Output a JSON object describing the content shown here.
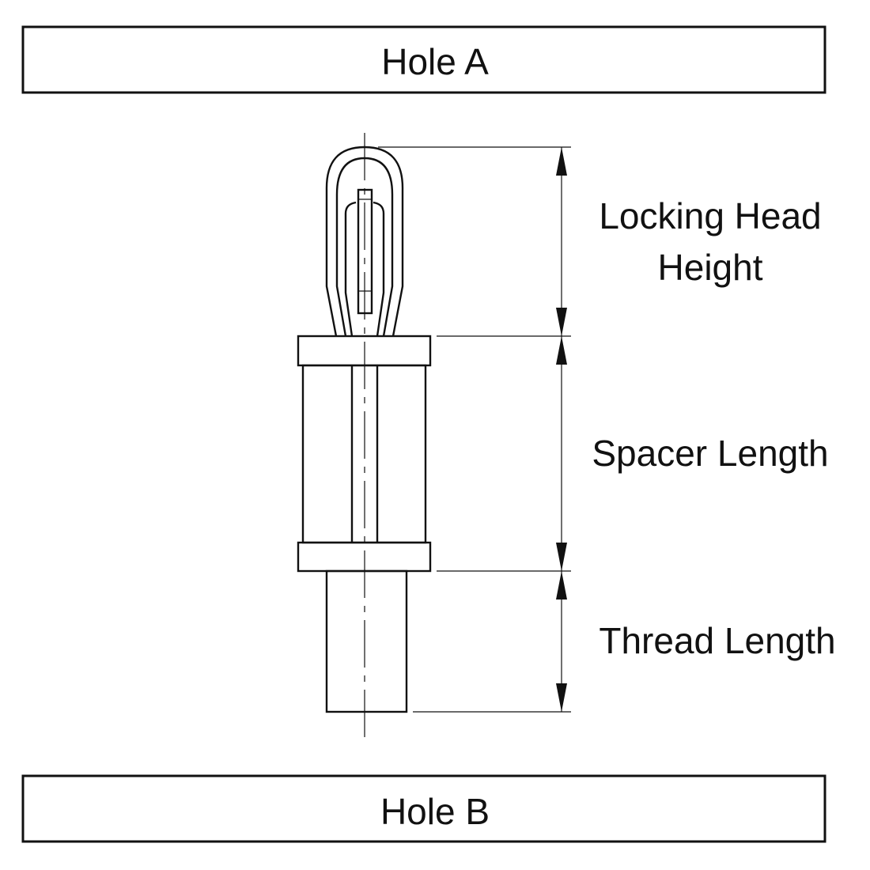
{
  "holes": {
    "top_label": "Hole A",
    "bottom_label": "Hole B"
  },
  "dimensions": {
    "locking_head_line1": "Locking Head",
    "locking_head_line2": "Height",
    "spacer_length": "Spacer Length",
    "thread_length": "Thread Length"
  },
  "colors": {
    "line": "#111111",
    "background": "#ffffff"
  }
}
